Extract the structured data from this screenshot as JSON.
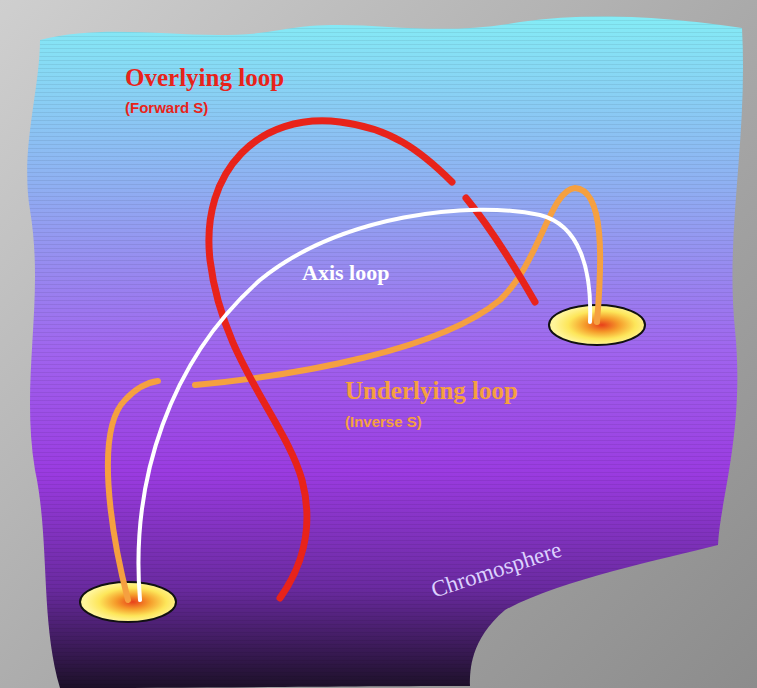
{
  "diagram": {
    "labels": [
      "Overlying loop",
      "(Forward S)",
      "Axis loop",
      "Underlying loop",
      "(Inverse S)",
      "Chromosphere"
    ]
  }
}
